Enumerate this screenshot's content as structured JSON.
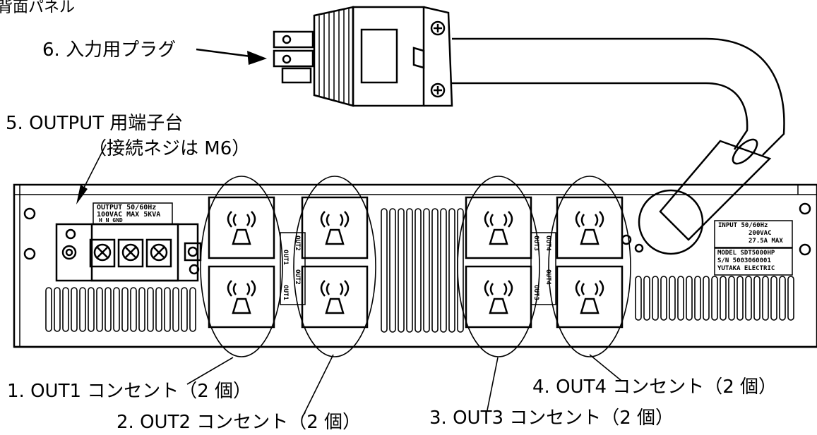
{
  "title": "背面パネル",
  "callouts": {
    "plug": "6. 入力用プラグ",
    "terminal_line1": "5. OUTPUT 用端子台",
    "terminal_line2": "（接続ネジは M6）",
    "out1": "1. OUT1 コンセント（2 個）",
    "out2": "2. OUT2 コンセント（2 個）",
    "out3": "3. OUT3 コンセント（2 個）",
    "out4": "4. OUT4 コンセント（2 個）"
  },
  "output_plate": {
    "line1": "OUTPUT 50/60Hz",
    "line2": "100VAC MAX 5KVA",
    "line3": "H      N     GND"
  },
  "input_plate": {
    "line1": "INPUT 50/60Hz",
    "line2": "200VAC",
    "line3": "27.5A MAX"
  },
  "model_plate": {
    "line1": "MODEL SDT5000HP",
    "line2": "S/N 5003060001",
    "line3": "YUTAKA ELECTRIC"
  },
  "outlet_labels": {
    "out1_a": "OUT1",
    "out2_a": "OUT2",
    "out1_b": "OUT1",
    "out2_b": "OUT2",
    "out3_a": "OUT3",
    "out4_a": "OUT4",
    "out3_b": "OUT3",
    "out4_b": "OUT4"
  },
  "colors": {
    "line": "#000000",
    "background": "#ffffff"
  }
}
